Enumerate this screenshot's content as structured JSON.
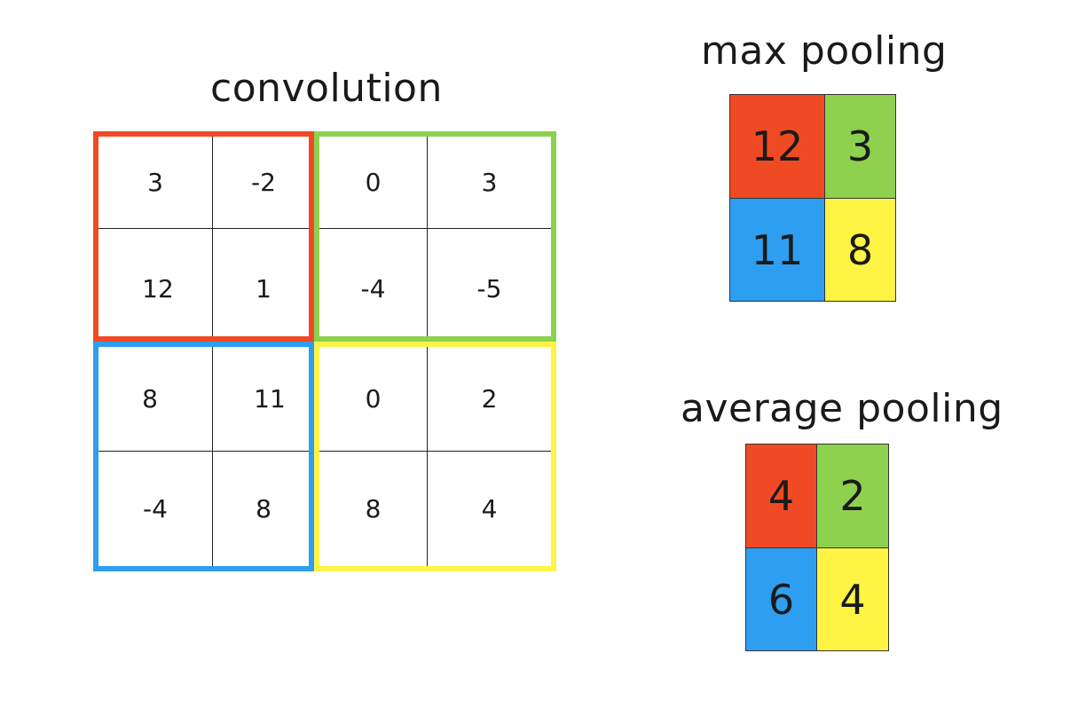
{
  "titles": {
    "convolution": "convolution",
    "max_pooling": "max pooling",
    "average_pooling": "average pooling"
  },
  "colors": {
    "red": "#f04a25",
    "green": "#8ed14f",
    "blue": "#2e9ef0",
    "yellow": "#fff444"
  },
  "convolution": {
    "rows": [
      [
        "3",
        "-2",
        "0",
        "3"
      ],
      [
        "12",
        "1",
        "-4",
        "-5"
      ],
      [
        "8",
        "11",
        "0",
        "2"
      ],
      [
        "-4",
        "8",
        "8",
        "4"
      ]
    ]
  },
  "max_pooling": {
    "rows": [
      [
        "12",
        "3"
      ],
      [
        "11",
        "8"
      ]
    ]
  },
  "average_pooling": {
    "rows": [
      [
        "4",
        "2"
      ],
      [
        "6",
        "4"
      ]
    ]
  }
}
